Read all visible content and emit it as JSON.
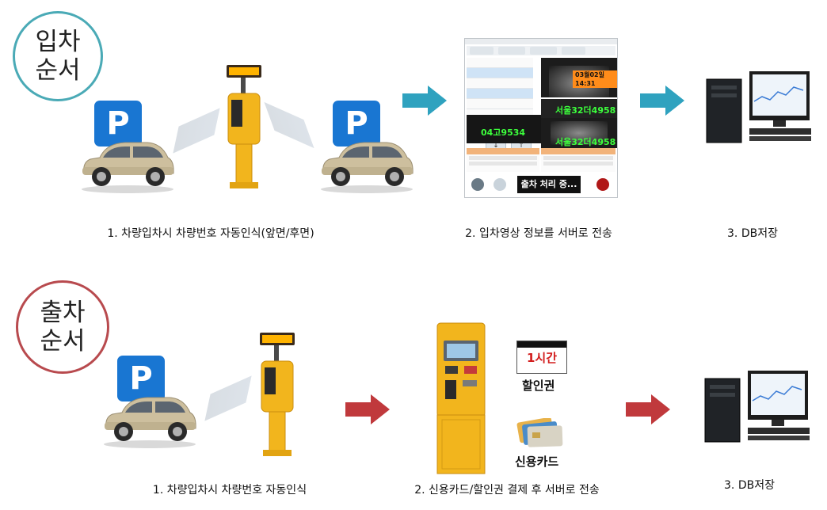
{
  "entry": {
    "badge": {
      "line1": "입차",
      "line2": "순서"
    },
    "parking_sign": "P",
    "steps": [
      "1. 차량입차시 차량번호 자동인식(앞면/후면)",
      "2. 입차영상 정보를 서버로 전송",
      "3. DB저장"
    ],
    "screen": {
      "plates": [
        "서울32더4958",
        "04고9534",
        "서울32더4958"
      ],
      "date_stamp": "03월02일 14:31",
      "status": "출차 처리 중..."
    }
  },
  "exit": {
    "badge": {
      "line1": "출차",
      "line2": "순서"
    },
    "parking_sign": "P",
    "ticket": {
      "text": "1시간",
      "caption": "할인권"
    },
    "card_caption": "신용카드",
    "steps": [
      "1. 차량입차시 차량번호 자동인식",
      "2. 신용카드/할인권 결제 후 서버로 전송",
      "3. DB저장"
    ]
  },
  "colors": {
    "entry_ring": "#4aaab6",
    "exit_ring": "#b84a4e",
    "entry_arrow": "#2fa2bf",
    "exit_arrow": "#c0393c",
    "parking_sign": "#1976d2",
    "kiosk": "#f2b51d",
    "plate_text": "#3cff3c"
  },
  "icons": [
    "car-icon",
    "gate-pole-icon",
    "computer-icon",
    "kiosk-icon",
    "credit-card-icon",
    "ticket-icon",
    "arrow-right-icon"
  ]
}
